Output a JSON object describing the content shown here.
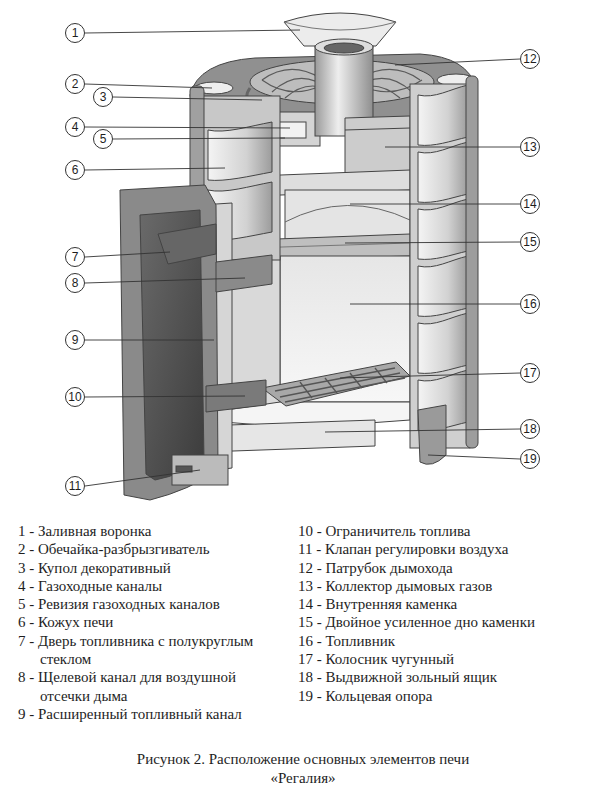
{
  "diagram": {
    "caption": "Рисунок 2. Расположение основных элементов печи «Регалия»",
    "nodes": [
      {
        "text": [
          "1"
        ]
      },
      {
        "text": [
          "2"
        ]
      },
      {
        "text": [
          "3"
        ]
      },
      {
        "text": [
          "4"
        ]
      },
      {
        "text": [
          "5"
        ]
      },
      {
        "text": [
          "6"
        ]
      },
      {
        "text": [
          "7"
        ]
      },
      {
        "text": [
          "8"
        ]
      },
      {
        "text": [
          "9"
        ]
      },
      {
        "text": [
          "10"
        ]
      },
      {
        "text": [
          "11"
        ]
      },
      {
        "text": [
          "12"
        ]
      },
      {
        "text": [
          "13"
        ]
      },
      {
        "text": [
          "14"
        ]
      },
      {
        "text": [
          "15"
        ]
      },
      {
        "text": [
          "16"
        ]
      },
      {
        "text": [
          "17"
        ]
      },
      {
        "text": [
          "18"
        ]
      },
      {
        "text": [
          "19"
        ]
      }
    ],
    "labels": [
      "1 - Заливная воронка",
      "2 - Обечайка-разбрызгиватель",
      "3 - Купол декоративный",
      "4 - Газоходные каналы",
      "5 - Ревизия газоходных каналов",
      "6 - Кожух печи",
      "7 - Дверь топливника с полукруглым стеклом",
      "8 - Щелевой канал для воздушной отсечки дыма",
      "9 - Расширенный топливный канал",
      "10 - Ограничитель топлива",
      "11 - Клапан регулировки воздуха",
      "12 - Патрубок дымохода",
      "13 - Коллектор дымовых газов",
      "14 - Внутренняя каменка",
      "15 - Двойное усиленное дно каменки",
      "16 - Топливник",
      "17 - Колосник чугунный",
      "18 - Выдвижной зольный ящик",
      "19 - Кольцевая опора"
    ]
  }
}
